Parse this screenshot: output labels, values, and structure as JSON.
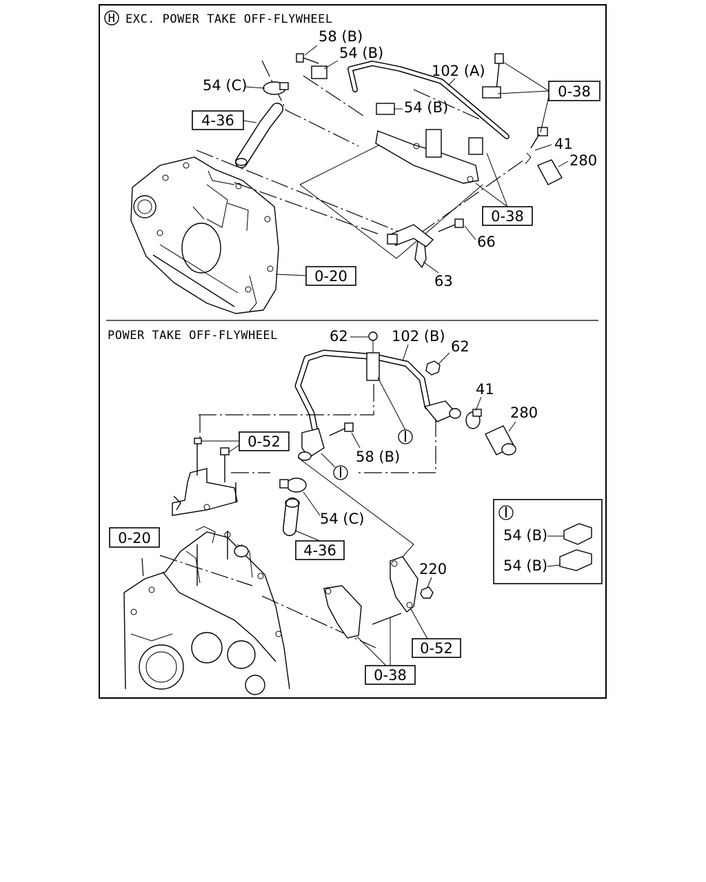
{
  "sections": {
    "top": {
      "marker": "H",
      "title": "EXC. POWER TAKE OFF-FLYWHEEL"
    },
    "bottom": {
      "title": "POWER TAKE OFF-FLYWHEEL"
    }
  },
  "callouts_top": {
    "c58b": "58 (B)",
    "c54b_a": "54 (B)",
    "c54b_b": "54 (B)",
    "c54c": "54 (C)",
    "c102a": "102 (A)",
    "c41": "41",
    "c280": "280",
    "c66": "66",
    "c63": "63"
  },
  "refs_top": {
    "r036": "4-36",
    "r038a": "0-38",
    "r038b": "0-38",
    "r020": "0-20"
  },
  "callouts_bottom": {
    "c62a": "62",
    "c102b": "102 (B)",
    "c62b": "62",
    "c41": "41",
    "c280": "280",
    "c58b": "58 (B)",
    "c54c": "54 (C)",
    "c220": "220"
  },
  "refs_bottom": {
    "r052a": "0-52",
    "r020": "0-20",
    "r436": "4-36",
    "r052b": "0-52",
    "r038": "0-38"
  },
  "markers": {
    "i_marker": "I"
  },
  "detail_box": {
    "marker": "I",
    "item1": "54 (B)",
    "item2": "54 (B)"
  }
}
